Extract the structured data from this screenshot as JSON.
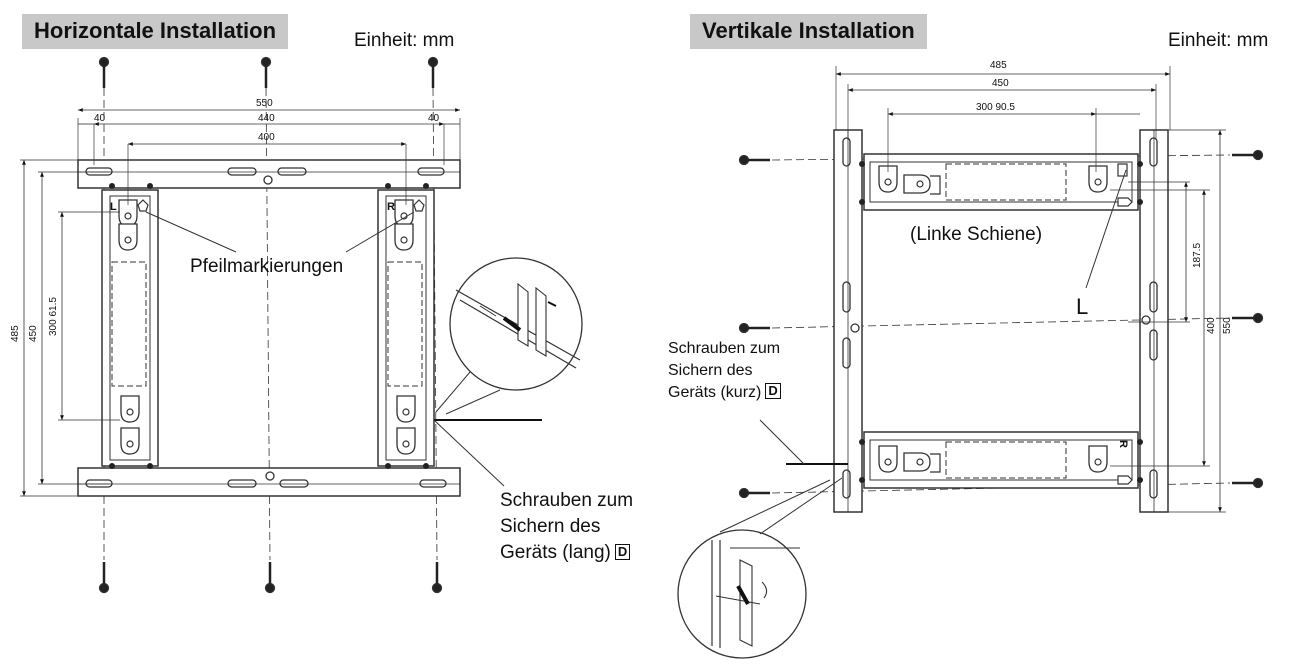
{
  "horizontal": {
    "title": "Horizontale Installation",
    "unit": "Einheit: mm",
    "arrow_label": "Pfeilmarkierungen",
    "screws_label_1": "Schrauben zum",
    "screws_label_2": "Sichern des",
    "screws_label_3": "Geräts (lang)",
    "screws_badge": "D",
    "rail_left_mark": "L",
    "rail_right_mark": "R",
    "dims": {
      "w550": "550",
      "w440": "440",
      "w400": "400",
      "w40a": "40",
      "w40b": "40",
      "h485": "485",
      "h450": "450",
      "h300": "300 61.5"
    }
  },
  "vertical": {
    "title": "Vertikale Installation",
    "unit": "Einheit: mm",
    "rail_label": "(Linke Schiene)",
    "l_label": "L",
    "screws_label_1": "Schrauben zum",
    "screws_label_2": "Sichern des",
    "screws_label_3": "Geräts (kurz)",
    "screws_badge": "D",
    "rail_right_mark": "R",
    "dims": {
      "w485": "485",
      "w450": "450",
      "w300": "300 90.5",
      "h187": "187.5",
      "h400": "400",
      "h550": "550"
    }
  }
}
